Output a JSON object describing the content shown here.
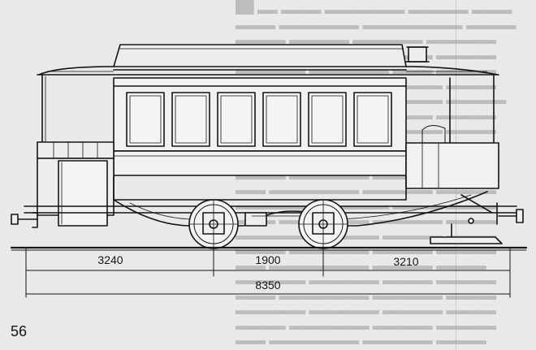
{
  "drawing": {
    "dimensions": {
      "left_wheelbase_offset": "3240",
      "wheelbase": "1900",
      "right_wheelbase_offset": "3210",
      "overall_length": "8350"
    }
  },
  "page": {
    "number": "56"
  }
}
